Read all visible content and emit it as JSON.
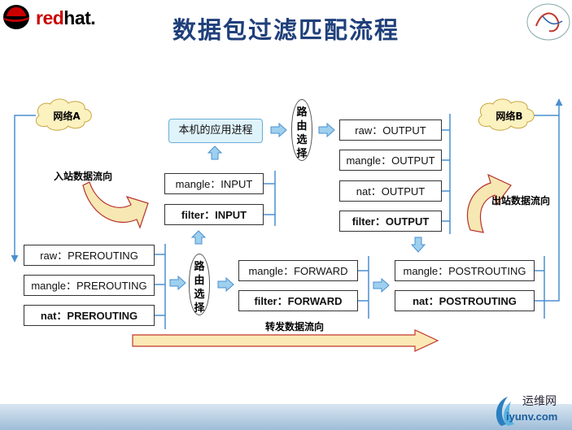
{
  "brand": {
    "name_red": "red",
    "name_black": "hat."
  },
  "title": "数据包过滤匹配流程",
  "network_a": "网络A",
  "network_b": "网络B",
  "app_process": "本机的应用进程",
  "route_choice": "路由选择",
  "flows": {
    "inbound": "入站数据流向",
    "outbound": "出站数据流向",
    "forward": "转发数据流向"
  },
  "chains": {
    "raw_prerouting": "raw：PREROUTING",
    "mangle_prerouting": "mangle：PREROUTING",
    "nat_prerouting": "nat：PREROUTING",
    "mangle_input": "mangle：INPUT",
    "filter_input": "filter：INPUT",
    "raw_output": "raw：OUTPUT",
    "mangle_output": "mangle：OUTPUT",
    "nat_output": "nat：OUTPUT",
    "filter_output": "filter：OUTPUT",
    "mangle_forward": "mangle：FORWARD",
    "filter_forward": "filter：FORWARD",
    "mangle_postrouting": "mangle：POSTROUTING",
    "nat_postrouting": "nat：POSTROUTING"
  },
  "watermark": {
    "cn": "运维网",
    "en": "iyunv.com"
  },
  "colors": {
    "title": "#1f3f7a",
    "line": "#4a8fd0",
    "arrow_fill": "#9ed0ee",
    "flow_arrow": "#fbe9b5",
    "flow_arrow_border": "#c0392b",
    "cloud": "#fbf2c0"
  }
}
